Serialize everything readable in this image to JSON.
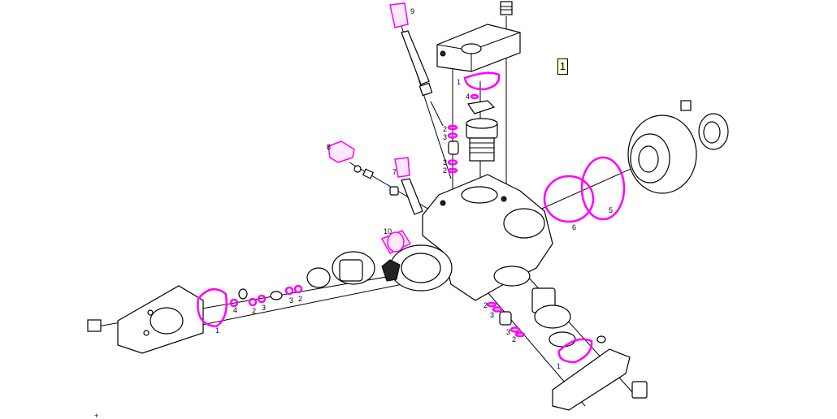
{
  "diagram_badge": "1",
  "labels": {
    "top_cap": "9",
    "top_seal": "1",
    "top_oring": "4",
    "top_washer_a": "2",
    "top_ring_a": "3",
    "top_ring_b": "3",
    "top_washer_b": "2",
    "mid_cap": "7",
    "left_cap": "8",
    "sleeve": "10",
    "gasket_outer": "6",
    "gasket_inner": "5",
    "left_seal": "1",
    "left_oring": "4",
    "left_washer_a": "2",
    "left_ring_a": "3",
    "left_ring_b": "3",
    "left_washer_b": "2",
    "low_washer_a": "2",
    "low_ring_a": "3",
    "low_ring_b": "3",
    "low_washer_b": "2",
    "low_seal": "1"
  },
  "corner_mark": "+",
  "colors": {
    "seal": "#ff00ff",
    "badge_bg": "#ffffd0",
    "seal_label": "#0000ff"
  }
}
